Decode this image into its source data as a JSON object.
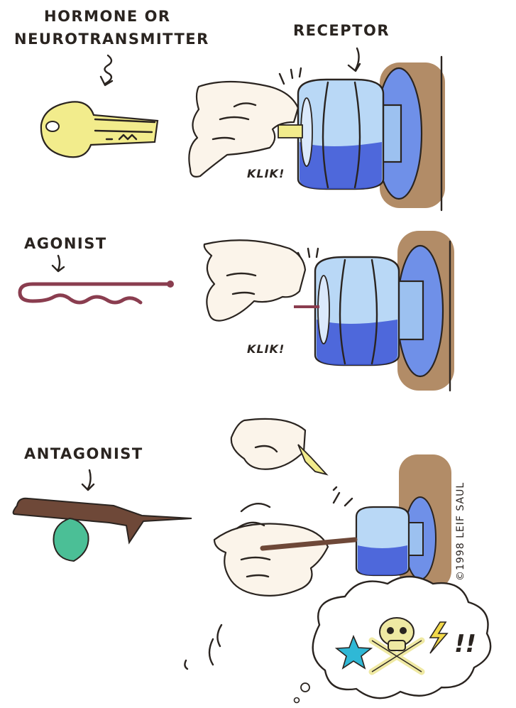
{
  "labels": {
    "hormone_line1": "HORMONE OR",
    "hormone_line2": "NEUROTRANSMITTER",
    "receptor": "RECEPTOR",
    "agonist": "AGONIST",
    "antagonist": "ANTAGONIST",
    "klik_1": "KLIK!",
    "klik_2": "KLIK!"
  },
  "credit": "©1998 LEIF SAUL",
  "thought_bubble": {
    "icons": [
      "star-icon",
      "skull-crossbones-icon",
      "lightning-icon",
      "exclamation-icon"
    ],
    "text": "!!"
  },
  "colors": {
    "key": "#f2ec8c",
    "knob_blue": "#3b55d6",
    "knob_light": "#b9d8f6",
    "wall": "#a5784c",
    "hairpin": "#8a3d4f",
    "twig": "#6e4838",
    "leaf": "#4bbf96",
    "star": "#2fb8d6",
    "skull": "#efe9a3",
    "bolt": "#f2d94a"
  }
}
